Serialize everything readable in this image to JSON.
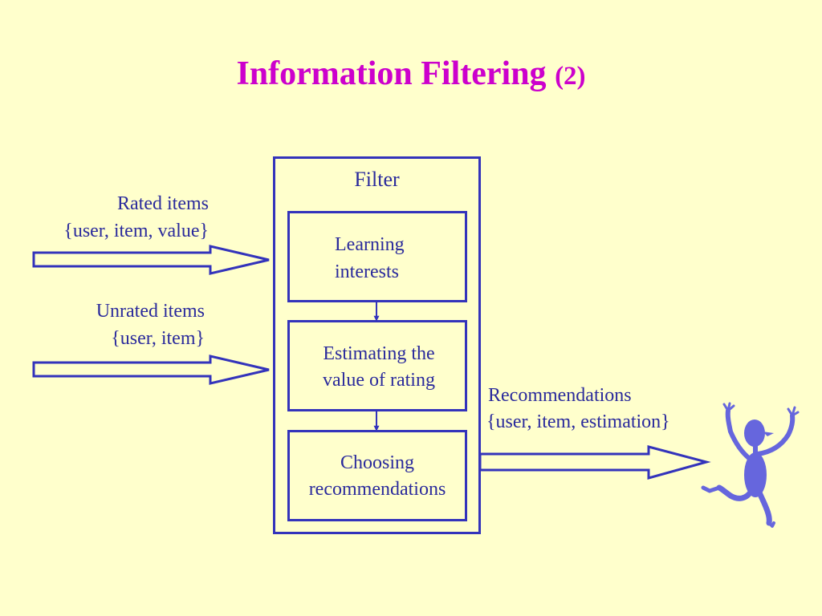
{
  "title": {
    "main": "Information Filtering",
    "number": "(2)"
  },
  "filter": {
    "label": "Filter",
    "steps": [
      {
        "line1": "Learning",
        "line2": "interests"
      },
      {
        "line1": "Estimating the",
        "line2": "value of rating"
      },
      {
        "line1": "Choosing",
        "line2": "recommendations"
      }
    ]
  },
  "inputs": {
    "rated": {
      "line1": "Rated items",
      "line2": "{user, item, value}"
    },
    "unrated": {
      "line1": "Unrated items",
      "line2": "{user, item}"
    }
  },
  "output": {
    "line1": "Recommendations",
    "line2": "{user, item, estimation}"
  },
  "colors": {
    "background": "#ffffcc",
    "title": "#cc00cc",
    "diagram": "#3333bb",
    "text": "#2a2a9c",
    "figure": "#6666dd"
  },
  "icons": {
    "user": "dancing-person-icon"
  }
}
